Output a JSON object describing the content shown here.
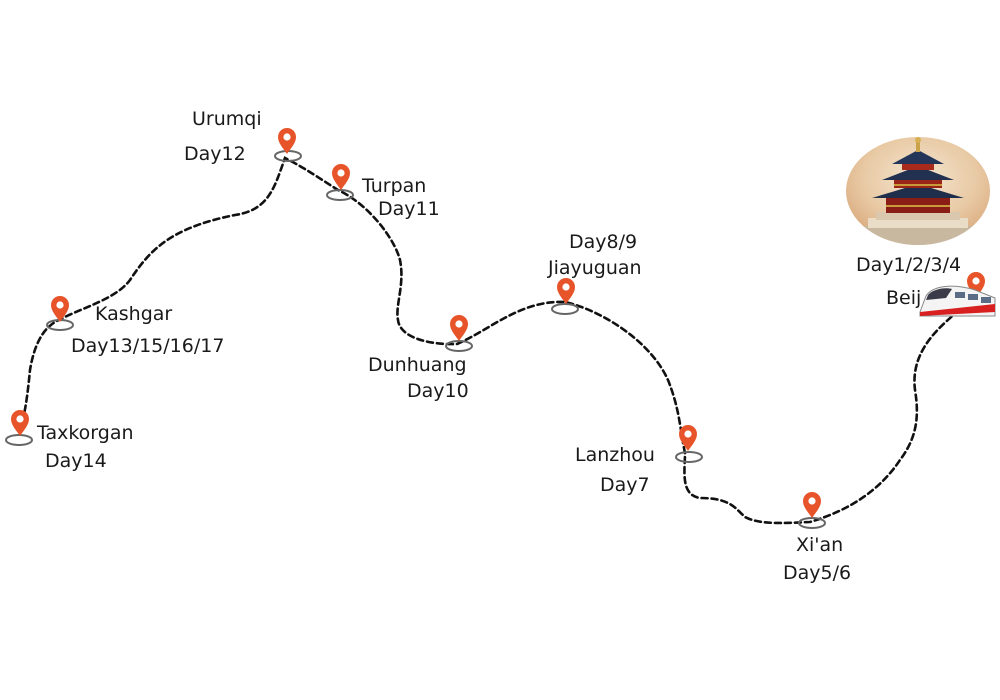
{
  "stops": [
    {
      "id": "taxkorgan",
      "city": "Taxkorgan",
      "day": "Day14"
    },
    {
      "id": "kashgar",
      "city": "Kashgar",
      "day": "Day13/15/16/17"
    },
    {
      "id": "urumqi",
      "city": "Urumqi",
      "day": "Day12"
    },
    {
      "id": "turpan",
      "city": "Turpan",
      "day": "Day11"
    },
    {
      "id": "dunhuang",
      "city": "Dunhuang",
      "day": "Day10"
    },
    {
      "id": "jiayuguan",
      "city": "Jiayuguan",
      "day": "Day8/9"
    },
    {
      "id": "lanzhou",
      "city": "Lanzhou",
      "day": "Day7"
    },
    {
      "id": "xian",
      "city": "Xi'an",
      "day": "Day5/6"
    },
    {
      "id": "beijing",
      "city": "Beij",
      "day": "Day1/2/3/4"
    }
  ],
  "icons": {
    "pin": "map-pin-icon",
    "temple": "temple-of-heaven-photo",
    "train": "high-speed-train-icon"
  },
  "colors": {
    "pin": "#e8542a",
    "route": "#111111",
    "ring": "#666666"
  }
}
